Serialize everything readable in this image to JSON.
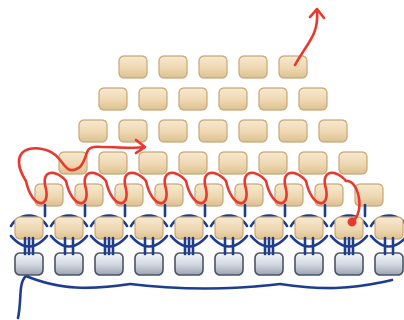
{
  "diagram": {
    "type": "beadwork-stitch-thread-path",
    "bead_rows": [
      {
        "row": "base",
        "bead_style": "silver",
        "count": 10
      },
      {
        "row": 1,
        "bead_style": "tan",
        "count": 10
      },
      {
        "row": 2,
        "bead_style": "tan",
        "count": 9
      },
      {
        "row": 3,
        "bead_style": "tan",
        "count": 8
      },
      {
        "row": 4,
        "bead_style": "tan",
        "count": 7
      },
      {
        "row": 5,
        "bead_style": "tan",
        "count": 6
      },
      {
        "row": 6,
        "bead_style": "tan",
        "count": 5
      }
    ],
    "threads": [
      {
        "name": "existing-thread",
        "color": "#1f3d8f"
      },
      {
        "name": "working-thread",
        "color": "#e8392f"
      }
    ],
    "markers": [
      {
        "name": "start-dot",
        "color": "#e8392f"
      },
      {
        "name": "end-arrow",
        "color": "#e8392f"
      },
      {
        "name": "mid-arrow",
        "color": "#e8392f"
      }
    ],
    "colors": {
      "tan_bead_fill": "#f0dcb9",
      "tan_bead_stroke": "#c8a878",
      "silver_bead_fill": "#d9dde4",
      "silver_bead_stroke": "#4a5568",
      "background": "#ffffff"
    }
  }
}
